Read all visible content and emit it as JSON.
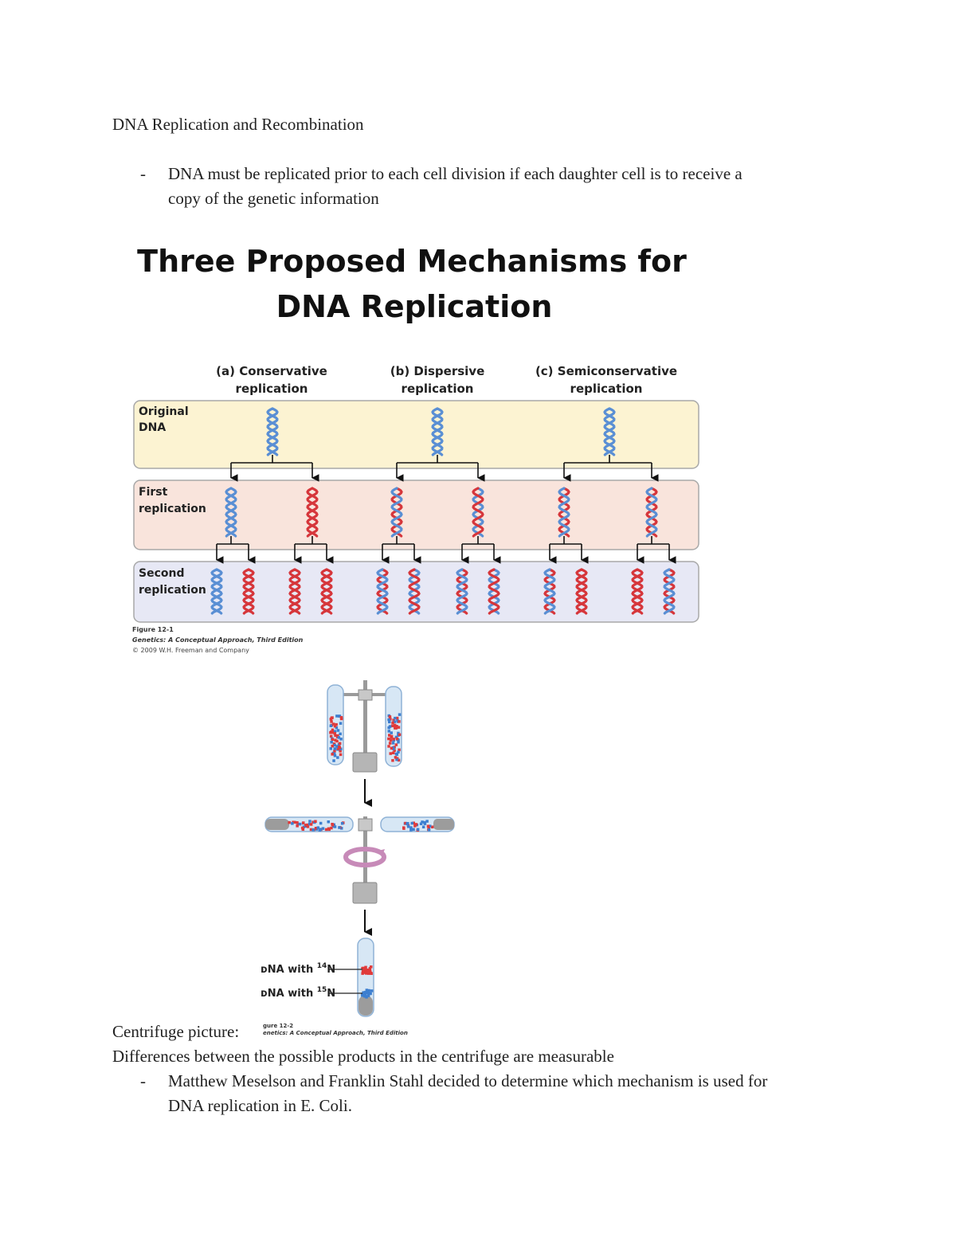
{
  "doc": {
    "heading": "DNA Replication and Recombination",
    "bullet1_line1": "DNA must be replicated prior to each cell division if each daughter cell is to receive a",
    "bullet1_line2": "copy of the genetic information",
    "dash": "-",
    "centrifuge_label": "Centrifuge picture:",
    "para1": "Differences between the possible products in the centrifuge are measurable",
    "bullet2_line1": "Matthew Meselson and Franklin Stahl decided to determine which mechanism is used for",
    "bullet2_line2": "DNA replication in E. Coli."
  },
  "figure1": {
    "title_line1": "Three Proposed Mechanisms for",
    "title_line2": "DNA Replication",
    "col_a_line1": "(a) Conservative",
    "col_a_line2": "replication",
    "col_b_line1": "(b) Dispersive",
    "col_b_line2": "replication",
    "col_c_line1": "(c) Semiconservative",
    "col_c_line2": "replication",
    "row1_line1": "Original",
    "row1_line2": "DNA",
    "row2_line1": "First",
    "row2_line2": "replication",
    "row3_line1": "Second",
    "row3_line2": "replication",
    "credit_line1": "Figure 12-1",
    "credit_line2": "Genetics: A Conceptual Approach, Third Edition",
    "credit_line3": "© 2009 W.H. Freeman and Company",
    "colors": {
      "row1_fill": "#fcf3d2",
      "row2_fill": "#f9e4dc",
      "row3_fill": "#e7e8f5",
      "strand_blue": "#5a8fd4",
      "strand_red": "#d6363b"
    }
  },
  "figure2": {
    "label_14n_prefix": "ᴅNA with ",
    "label_14n_sup": "14",
    "label_14n_suffix": "N",
    "label_15n_prefix": "ᴅNA with ",
    "label_15n_sup": "15",
    "label_15n_suffix": "N",
    "credit_line1": "gure 12-2",
    "credit_line2": "enetics: A Conceptual Approach, Third Edition",
    "colors": {
      "tube_fill": "#d7e7f5",
      "metal": "#b5b5b5",
      "red": "#e03a3a",
      "blue": "#3d7fd0",
      "arrow_ring": "#c78ab8"
    }
  }
}
